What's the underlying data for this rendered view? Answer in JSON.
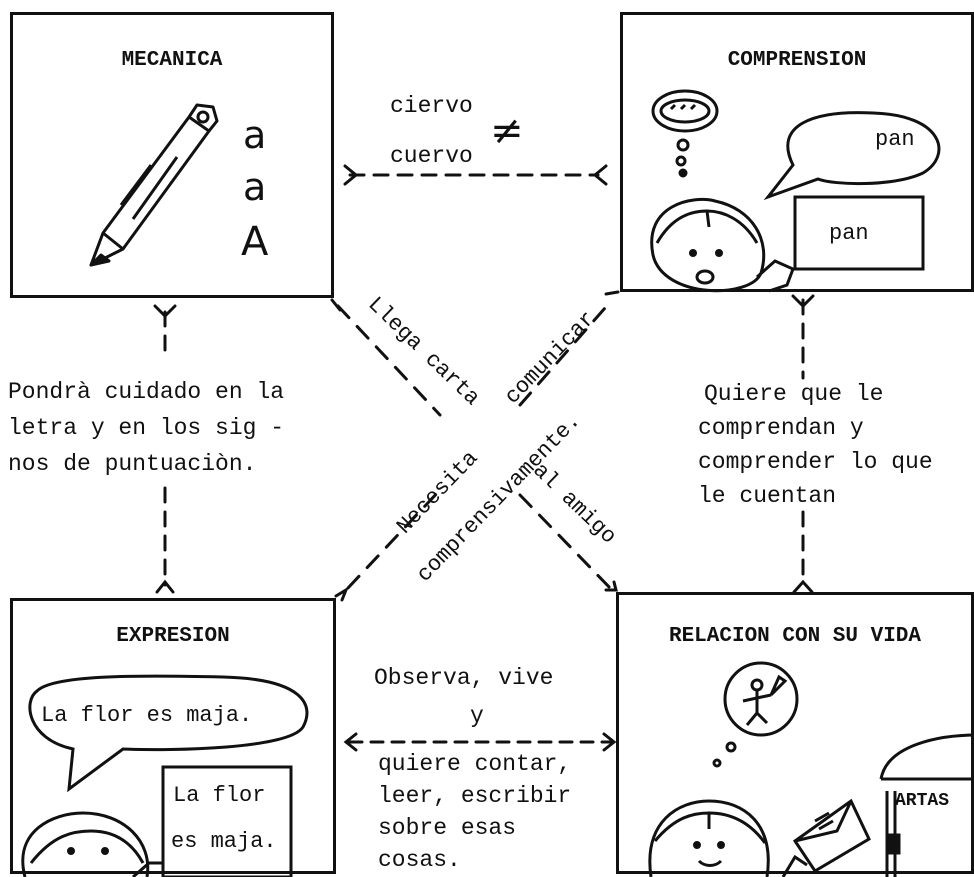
{
  "boxes": {
    "mecanica": {
      "title": "MECANICA",
      "letters": [
        "a",
        "a",
        "A"
      ]
    },
    "comprension": {
      "title": "COMPRENSION",
      "bubble_text": "pan",
      "card_text": "pan"
    },
    "expresion": {
      "title": "EXPRESION",
      "bubble_text": "La flor es maja.",
      "card_line1": "La flor",
      "card_line2": "es maja."
    },
    "relacion": {
      "title": "RELACION CON SU VIDA",
      "mailbox_text": "ARTAS"
    }
  },
  "connectors": {
    "top": {
      "line1": "ciervo",
      "line2": "cuervo",
      "symbol": "≠"
    },
    "left": {
      "lines": [
        "Pondrà cuidado en la",
        "letra y en los sig -",
        "nos de puntuaciòn."
      ]
    },
    "right": {
      "lines": [
        "Quiere que le",
        "comprendan y",
        "comprender lo que",
        "le cuentan"
      ]
    },
    "bottom": {
      "upper_lines": [
        "Observa, vive",
        "y"
      ],
      "lower_lines": [
        "quiere contar,",
        "leer, escribir",
        "sobre esas",
        "cosas."
      ]
    },
    "diagonal_down": {
      "part1": "Llega carta",
      "part2": "al amigo"
    },
    "diagonal_up": {
      "part1": "Necesita",
      "part2": "comunicar",
      "part3": "comprensivamente."
    }
  }
}
